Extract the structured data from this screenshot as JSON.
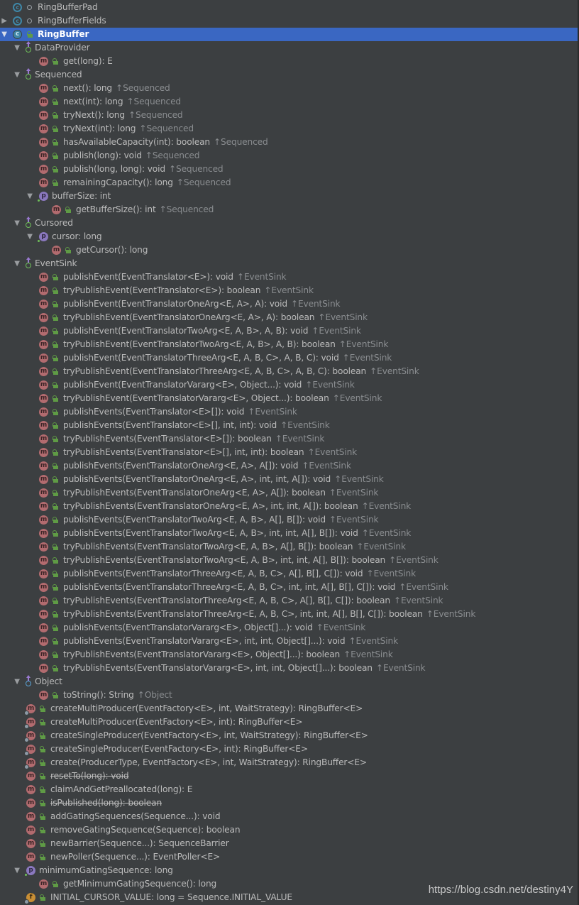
{
  "tree": {
    "rows": [
      {
        "label": "RingBufferPad",
        "kind": "class-abstract",
        "level": 0,
        "arrow": "",
        "vis": "package",
        "inherited": ""
      },
      {
        "label": "RingBufferFields",
        "kind": "class-abstract",
        "level": 0,
        "arrow": "collapsed",
        "vis": "package",
        "inherited": ""
      },
      {
        "label": "RingBuffer",
        "kind": "class",
        "level": 0,
        "arrow": "expanded",
        "vis": "public",
        "inherited": "",
        "selected": true
      },
      {
        "label": "DataProvider",
        "kind": "interface",
        "level": 1,
        "arrow": "expanded",
        "vis": "",
        "inherited": ""
      },
      {
        "label": "get(long): E",
        "kind": "method",
        "level": 2,
        "arrow": "",
        "vis": "public",
        "inherited": ""
      },
      {
        "label": "Sequenced",
        "kind": "interface",
        "level": 1,
        "arrow": "expanded",
        "vis": "",
        "inherited": ""
      },
      {
        "label": "next(): long",
        "kind": "method",
        "level": 2,
        "arrow": "",
        "vis": "public",
        "inherited": "Sequenced"
      },
      {
        "label": "next(int): long",
        "kind": "method",
        "level": 2,
        "arrow": "",
        "vis": "public",
        "inherited": "Sequenced"
      },
      {
        "label": "tryNext(): long",
        "kind": "method",
        "level": 2,
        "arrow": "",
        "vis": "public",
        "inherited": "Sequenced"
      },
      {
        "label": "tryNext(int): long",
        "kind": "method",
        "level": 2,
        "arrow": "",
        "vis": "public",
        "inherited": "Sequenced"
      },
      {
        "label": "hasAvailableCapacity(int): boolean",
        "kind": "method",
        "level": 2,
        "arrow": "",
        "vis": "public",
        "inherited": "Sequenced"
      },
      {
        "label": "publish(long): void",
        "kind": "method",
        "level": 2,
        "arrow": "",
        "vis": "public",
        "inherited": "Sequenced"
      },
      {
        "label": "publish(long, long): void",
        "kind": "method",
        "level": 2,
        "arrow": "",
        "vis": "public",
        "inherited": "Sequenced"
      },
      {
        "label": "remainingCapacity(): long",
        "kind": "method",
        "level": 2,
        "arrow": "",
        "vis": "public",
        "inherited": "Sequenced"
      },
      {
        "label": "bufferSize: int",
        "kind": "property",
        "level": 2,
        "arrow": "expanded",
        "vis": "",
        "inherited": ""
      },
      {
        "label": "getBufferSize(): int",
        "kind": "method",
        "level": 3,
        "arrow": "",
        "vis": "public",
        "inherited": "Sequenced"
      },
      {
        "label": "Cursored",
        "kind": "interface",
        "level": 1,
        "arrow": "expanded",
        "vis": "",
        "inherited": ""
      },
      {
        "label": "cursor: long",
        "kind": "property",
        "level": 2,
        "arrow": "expanded",
        "vis": "",
        "inherited": ""
      },
      {
        "label": "getCursor(): long",
        "kind": "method",
        "level": 3,
        "arrow": "",
        "vis": "public",
        "inherited": ""
      },
      {
        "label": "EventSink",
        "kind": "interface",
        "level": 1,
        "arrow": "expanded",
        "vis": "",
        "inherited": ""
      },
      {
        "label": "publishEvent(EventTranslator<E>): void",
        "kind": "method",
        "level": 2,
        "arrow": "",
        "vis": "public",
        "inherited": "EventSink"
      },
      {
        "label": "tryPublishEvent(EventTranslator<E>): boolean",
        "kind": "method",
        "level": 2,
        "arrow": "",
        "vis": "public",
        "inherited": "EventSink"
      },
      {
        "label": "publishEvent(EventTranslatorOneArg<E, A>, A): void",
        "kind": "method",
        "level": 2,
        "arrow": "",
        "vis": "public",
        "inherited": "EventSink"
      },
      {
        "label": "tryPublishEvent(EventTranslatorOneArg<E, A>, A): boolean",
        "kind": "method",
        "level": 2,
        "arrow": "",
        "vis": "public",
        "inherited": "EventSink"
      },
      {
        "label": "publishEvent(EventTranslatorTwoArg<E, A, B>, A, B): void",
        "kind": "method",
        "level": 2,
        "arrow": "",
        "vis": "public",
        "inherited": "EventSink"
      },
      {
        "label": "tryPublishEvent(EventTranslatorTwoArg<E, A, B>, A, B): boolean",
        "kind": "method",
        "level": 2,
        "arrow": "",
        "vis": "public",
        "inherited": "EventSink"
      },
      {
        "label": "publishEvent(EventTranslatorThreeArg<E, A, B, C>, A, B, C): void",
        "kind": "method",
        "level": 2,
        "arrow": "",
        "vis": "public",
        "inherited": "EventSink"
      },
      {
        "label": "tryPublishEvent(EventTranslatorThreeArg<E, A, B, C>, A, B, C): boolean",
        "kind": "method",
        "level": 2,
        "arrow": "",
        "vis": "public",
        "inherited": "EventSink"
      },
      {
        "label": "publishEvent(EventTranslatorVararg<E>, Object...): void",
        "kind": "method",
        "level": 2,
        "arrow": "",
        "vis": "public",
        "inherited": "EventSink"
      },
      {
        "label": "tryPublishEvent(EventTranslatorVararg<E>, Object...): boolean",
        "kind": "method",
        "level": 2,
        "arrow": "",
        "vis": "public",
        "inherited": "EventSink"
      },
      {
        "label": "publishEvents(EventTranslator<E>[]): void",
        "kind": "method",
        "level": 2,
        "arrow": "",
        "vis": "public",
        "inherited": "EventSink"
      },
      {
        "label": "publishEvents(EventTranslator<E>[], int, int): void",
        "kind": "method",
        "level": 2,
        "arrow": "",
        "vis": "public",
        "inherited": "EventSink"
      },
      {
        "label": "tryPublishEvents(EventTranslator<E>[]): boolean",
        "kind": "method",
        "level": 2,
        "arrow": "",
        "vis": "public",
        "inherited": "EventSink"
      },
      {
        "label": "tryPublishEvents(EventTranslator<E>[], int, int): boolean",
        "kind": "method",
        "level": 2,
        "arrow": "",
        "vis": "public",
        "inherited": "EventSink"
      },
      {
        "label": "publishEvents(EventTranslatorOneArg<E, A>, A[]): void",
        "kind": "method",
        "level": 2,
        "arrow": "",
        "vis": "public",
        "inherited": "EventSink"
      },
      {
        "label": "publishEvents(EventTranslatorOneArg<E, A>, int, int, A[]): void",
        "kind": "method",
        "level": 2,
        "arrow": "",
        "vis": "public",
        "inherited": "EventSink"
      },
      {
        "label": "tryPublishEvents(EventTranslatorOneArg<E, A>, A[]): boolean",
        "kind": "method",
        "level": 2,
        "arrow": "",
        "vis": "public",
        "inherited": "EventSink"
      },
      {
        "label": "tryPublishEvents(EventTranslatorOneArg<E, A>, int, int, A[]): boolean",
        "kind": "method",
        "level": 2,
        "arrow": "",
        "vis": "public",
        "inherited": "EventSink"
      },
      {
        "label": "publishEvents(EventTranslatorTwoArg<E, A, B>, A[], B[]): void",
        "kind": "method",
        "level": 2,
        "arrow": "",
        "vis": "public",
        "inherited": "EventSink"
      },
      {
        "label": "publishEvents(EventTranslatorTwoArg<E, A, B>, int, int, A[], B[]): void",
        "kind": "method",
        "level": 2,
        "arrow": "",
        "vis": "public",
        "inherited": "EventSink"
      },
      {
        "label": "tryPublishEvents(EventTranslatorTwoArg<E, A, B>, A[], B[]): boolean",
        "kind": "method",
        "level": 2,
        "arrow": "",
        "vis": "public",
        "inherited": "EventSink"
      },
      {
        "label": "tryPublishEvents(EventTranslatorTwoArg<E, A, B>, int, int, A[], B[]): boolean",
        "kind": "method",
        "level": 2,
        "arrow": "",
        "vis": "public",
        "inherited": "EventSink"
      },
      {
        "label": "publishEvents(EventTranslatorThreeArg<E, A, B, C>, A[], B[], C[]): void",
        "kind": "method",
        "level": 2,
        "arrow": "",
        "vis": "public",
        "inherited": "EventSink"
      },
      {
        "label": "publishEvents(EventTranslatorThreeArg<E, A, B, C>, int, int, A[], B[], C[]): void",
        "kind": "method",
        "level": 2,
        "arrow": "",
        "vis": "public",
        "inherited": "EventSink"
      },
      {
        "label": "tryPublishEvents(EventTranslatorThreeArg<E, A, B, C>, A[], B[], C[]): boolean",
        "kind": "method",
        "level": 2,
        "arrow": "",
        "vis": "public",
        "inherited": "EventSink"
      },
      {
        "label": "tryPublishEvents(EventTranslatorThreeArg<E, A, B, C>, int, int, A[], B[], C[]): boolean",
        "kind": "method",
        "level": 2,
        "arrow": "",
        "vis": "public",
        "inherited": "EventSink"
      },
      {
        "label": "publishEvents(EventTranslatorVararg<E>, Object[]...): void",
        "kind": "method",
        "level": 2,
        "arrow": "",
        "vis": "public",
        "inherited": "EventSink"
      },
      {
        "label": "publishEvents(EventTranslatorVararg<E>, int, int, Object[]...): void",
        "kind": "method",
        "level": 2,
        "arrow": "",
        "vis": "public",
        "inherited": "EventSink"
      },
      {
        "label": "tryPublishEvents(EventTranslatorVararg<E>, Object[]...): boolean",
        "kind": "method",
        "level": 2,
        "arrow": "",
        "vis": "public",
        "inherited": "EventSink"
      },
      {
        "label": "tryPublishEvents(EventTranslatorVararg<E>, int, int, Object[]...): boolean",
        "kind": "method",
        "level": 2,
        "arrow": "",
        "vis": "public",
        "inherited": "EventSink"
      },
      {
        "label": "Object",
        "kind": "interface-object",
        "level": 1,
        "arrow": "expanded",
        "vis": "",
        "inherited": ""
      },
      {
        "label": "toString(): String",
        "kind": "method",
        "level": 2,
        "arrow": "",
        "vis": "public",
        "inherited": "Object"
      },
      {
        "label": "createMultiProducer(EventFactory<E>, int, WaitStrategy): RingBuffer<E>",
        "kind": "method-static",
        "level": 1,
        "arrow": "",
        "vis": "public",
        "inherited": ""
      },
      {
        "label": "createMultiProducer(EventFactory<E>, int): RingBuffer<E>",
        "kind": "method-static",
        "level": 1,
        "arrow": "",
        "vis": "public",
        "inherited": ""
      },
      {
        "label": "createSingleProducer(EventFactory<E>, int, WaitStrategy): RingBuffer<E>",
        "kind": "method-static",
        "level": 1,
        "arrow": "",
        "vis": "public",
        "inherited": ""
      },
      {
        "label": "createSingleProducer(EventFactory<E>, int): RingBuffer<E>",
        "kind": "method-static",
        "level": 1,
        "arrow": "",
        "vis": "public",
        "inherited": ""
      },
      {
        "label": "create(ProducerType, EventFactory<E>, int, WaitStrategy): RingBuffer<E>",
        "kind": "method-static",
        "level": 1,
        "arrow": "",
        "vis": "public",
        "inherited": ""
      },
      {
        "label": "resetTo(long): void",
        "kind": "method",
        "level": 1,
        "arrow": "",
        "vis": "public",
        "inherited": "",
        "deprecated": true
      },
      {
        "label": "claimAndGetPreallocated(long): E",
        "kind": "method",
        "level": 1,
        "arrow": "",
        "vis": "public",
        "inherited": ""
      },
      {
        "label": "isPublished(long): boolean",
        "kind": "method",
        "level": 1,
        "arrow": "",
        "vis": "public",
        "inherited": "",
        "deprecated": true
      },
      {
        "label": "addGatingSequences(Sequence...): void",
        "kind": "method",
        "level": 1,
        "arrow": "",
        "vis": "public",
        "inherited": ""
      },
      {
        "label": "removeGatingSequence(Sequence): boolean",
        "kind": "method",
        "level": 1,
        "arrow": "",
        "vis": "public",
        "inherited": ""
      },
      {
        "label": "newBarrier(Sequence...): SequenceBarrier",
        "kind": "method",
        "level": 1,
        "arrow": "",
        "vis": "public",
        "inherited": ""
      },
      {
        "label": "newPoller(Sequence...): EventPoller<E>",
        "kind": "method",
        "level": 1,
        "arrow": "",
        "vis": "public",
        "inherited": ""
      },
      {
        "label": "minimumGatingSequence: long",
        "kind": "property",
        "level": 1,
        "arrow": "expanded",
        "vis": "",
        "inherited": ""
      },
      {
        "label": "getMinimumGatingSequence(): long",
        "kind": "method",
        "level": 2,
        "arrow": "",
        "vis": "public",
        "inherited": ""
      },
      {
        "label": "INITIAL_CURSOR_VALUE: long = Sequence.INITIAL_VALUE",
        "kind": "field-static",
        "level": 1,
        "arrow": "",
        "vis": "public",
        "inherited": ""
      }
    ]
  },
  "icons": {
    "arrow_expanded": "▼",
    "arrow_collapsed": "▶",
    "inherited_prefix": "↑",
    "method_glyph": "m",
    "class_glyph": "c",
    "property_glyph": "p",
    "field_glyph": "f"
  },
  "colors": {
    "background": "#3c3f41",
    "selection": "#3a67c2",
    "text": "#bbbbbb",
    "inherited_text": "#8a8d90",
    "method_icon": "#b26b6f",
    "class_icon": "#3e86a6",
    "property_icon": "#8a78be",
    "field_icon": "#c98f35",
    "public_lock": "#5f9b45"
  },
  "watermark": "https://blog.csdn.net/destiny4Y"
}
